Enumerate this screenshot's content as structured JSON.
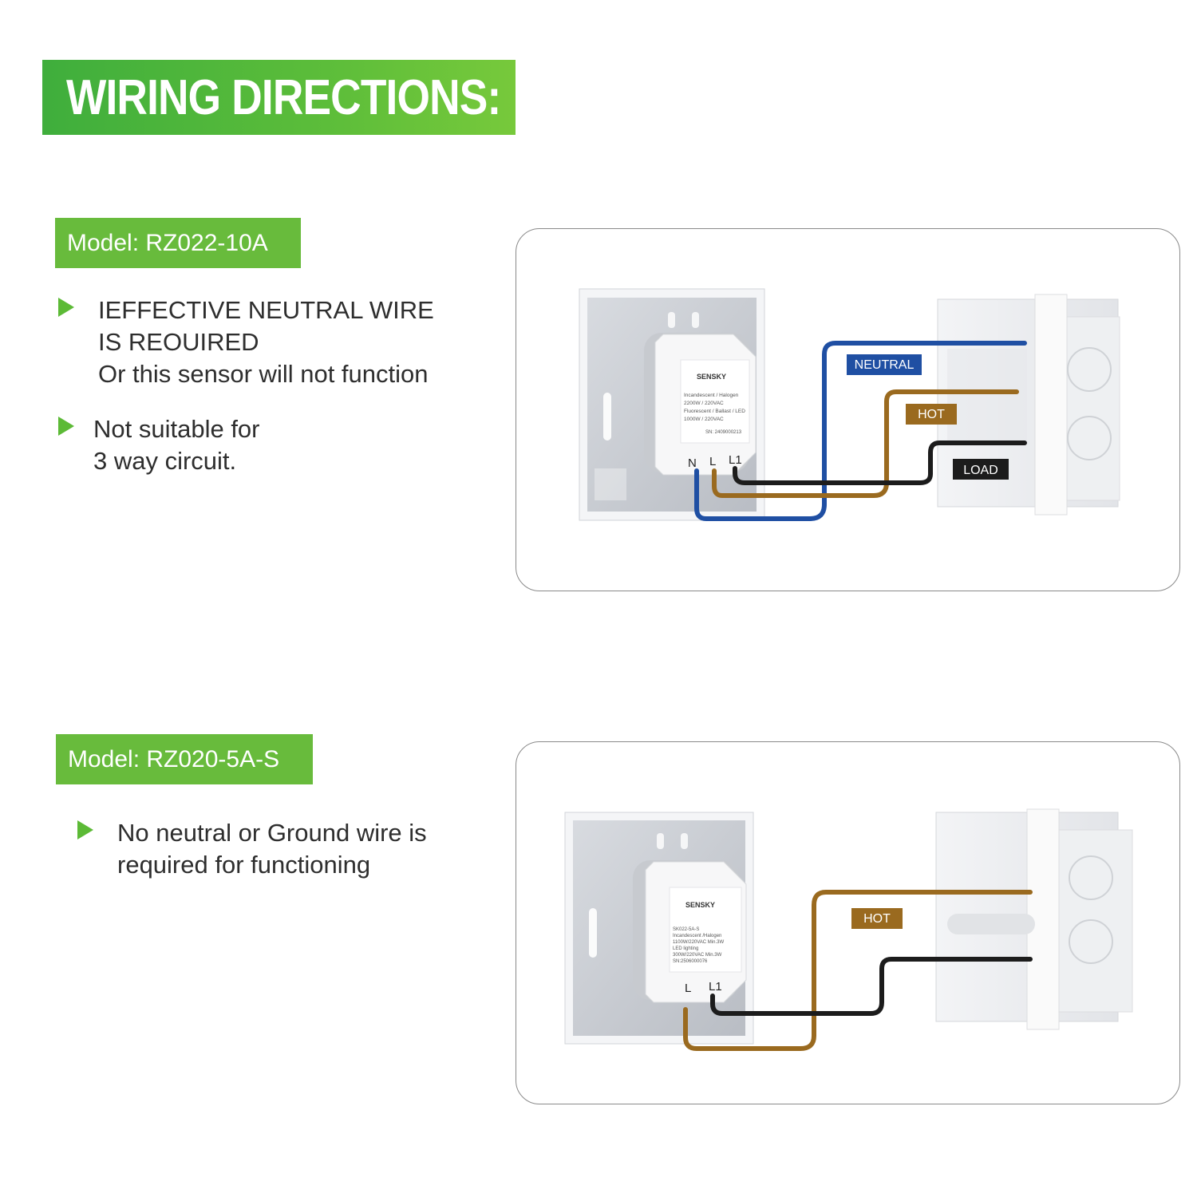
{
  "title": "WIRING DIRECTIONS:",
  "section1": {
    "model": "Model: RZ022-10A",
    "bullets": [
      {
        "lines": [
          "IEFFECTIVE NEUTRAL WIRE",
          "IS REOUIRED",
          "Or this sensor will not function"
        ]
      },
      {
        "lines": [
          "Not suitable for",
          "3 way circuit."
        ]
      }
    ],
    "device": {
      "brand": "SENSKY",
      "spec_lines": [
        "Incandescent / Halogen",
        "2200W / 220VAC",
        "Fluorescent / Ballast / LED",
        "1000W / 220VAC"
      ],
      "serial": "SN: 2409000213",
      "terminals": [
        "N",
        "L",
        "L1"
      ]
    },
    "wire_labels": {
      "neutral": "NEUTRAL",
      "hot": "HOT",
      "load": "LOAD"
    }
  },
  "section2": {
    "model": "Model: RZ020-5A-S",
    "bullets": [
      {
        "lines": [
          "No neutral or Ground wire is",
          "required for functioning"
        ]
      }
    ],
    "device": {
      "brand": "SENSKY",
      "spec_lines": [
        "SK022-5A-S",
        "Incandescent /Halogen",
        "1100W/220VAC  Min.3W",
        "LED lighting",
        "300W/220VAC  Min.3W",
        "SN:2506000076"
      ],
      "terminals": [
        "L",
        "L1"
      ]
    },
    "wire_labels": {
      "hot": "HOT"
    }
  },
  "colors": {
    "green": "#5cba36",
    "neutral_wire": "#1f4fa3",
    "hot_wire": "#9a6a1f",
    "load_wire": "#1c1c1c"
  }
}
